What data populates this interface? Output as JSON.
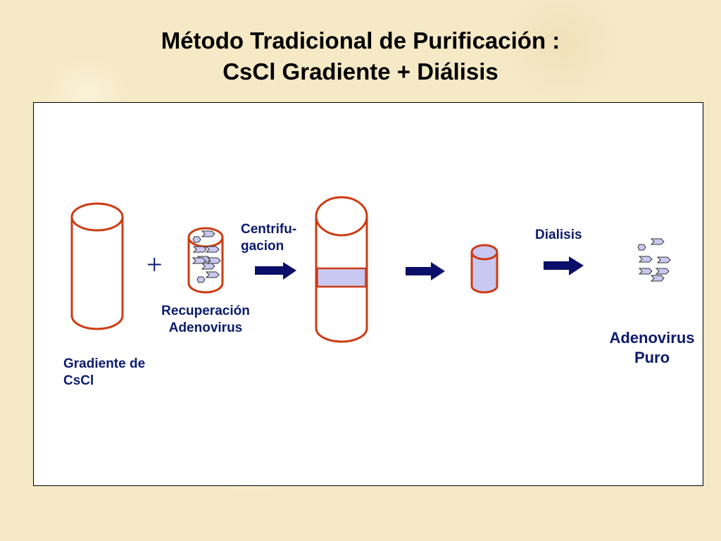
{
  "title": {
    "line1": "Método Tradicional de  Purificación :",
    "line2": "CsCl Gradiente + Diálisis"
  },
  "labels": {
    "gradient_line1": "Gradiente de",
    "gradient_line2": "CsCl",
    "plus": "+",
    "recovery_line1": "Recuperación",
    "recovery_line2": "Adenovirus",
    "centrifugation_line1": "Centrifu-",
    "centrifugation_line2": "gacion",
    "dialysis": "Dialisis",
    "result_line1": "Adenovirus",
    "result_line2": "Puro"
  },
  "colors": {
    "tube_outline": "#cc3b13",
    "tube_fill_band": "#c8c8f2",
    "arrow": "#0b0f6a",
    "label_text": "#0b1a6e"
  }
}
